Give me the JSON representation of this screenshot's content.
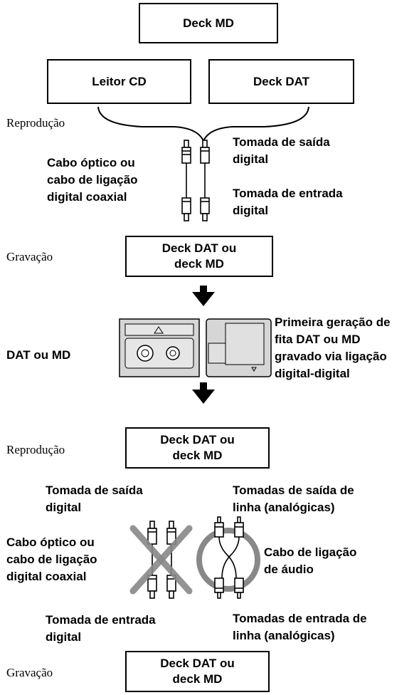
{
  "boxes": {
    "deck_md": "Deck MD",
    "leitor_cd": "Leitor CD",
    "deck_dat": "Deck DAT",
    "record1": "Deck DAT ou\ndeck MD",
    "play2": "Deck DAT ou\ndeck MD",
    "record2": "Deck DAT ou\ndeck MD"
  },
  "labels": {
    "reproducao1": "Reprodução",
    "gravacao1": "Gravação",
    "reproducao2": "Reprodução",
    "gravacao2": "Gravação",
    "cabo_optico1": "Cabo óptico ou\ncabo de ligação\ndigital coaxial",
    "saida_digital1": "Tomada de saída\ndigital",
    "entrada_digital1": "Tomada de entrada\ndigital",
    "dat_ou_md": "DAT ou MD",
    "primeira_geracao": "Primeira geração de\nfita DAT ou MD\ngravado via ligação\ndigital-digital",
    "saida_digital2": "Tomada de saída\ndigital",
    "saidas_linha": "Tomadas de saída de\nlinha (analógicas)",
    "cabo_optico2": "Cabo óptico ou\ncabo de ligação\ndigital coaxial",
    "cabo_audio": "Cabo de ligação\nde áudio",
    "entrada_digital2": "Tomada de entrada\ndigital",
    "entradas_linha": "Tomadas de entrada de\nlinha (analógicas)"
  },
  "colors": {
    "line": "#000000",
    "cross_mark": "#888888",
    "circle_mark": "#888888",
    "media_fill": "#d6d6d6"
  }
}
